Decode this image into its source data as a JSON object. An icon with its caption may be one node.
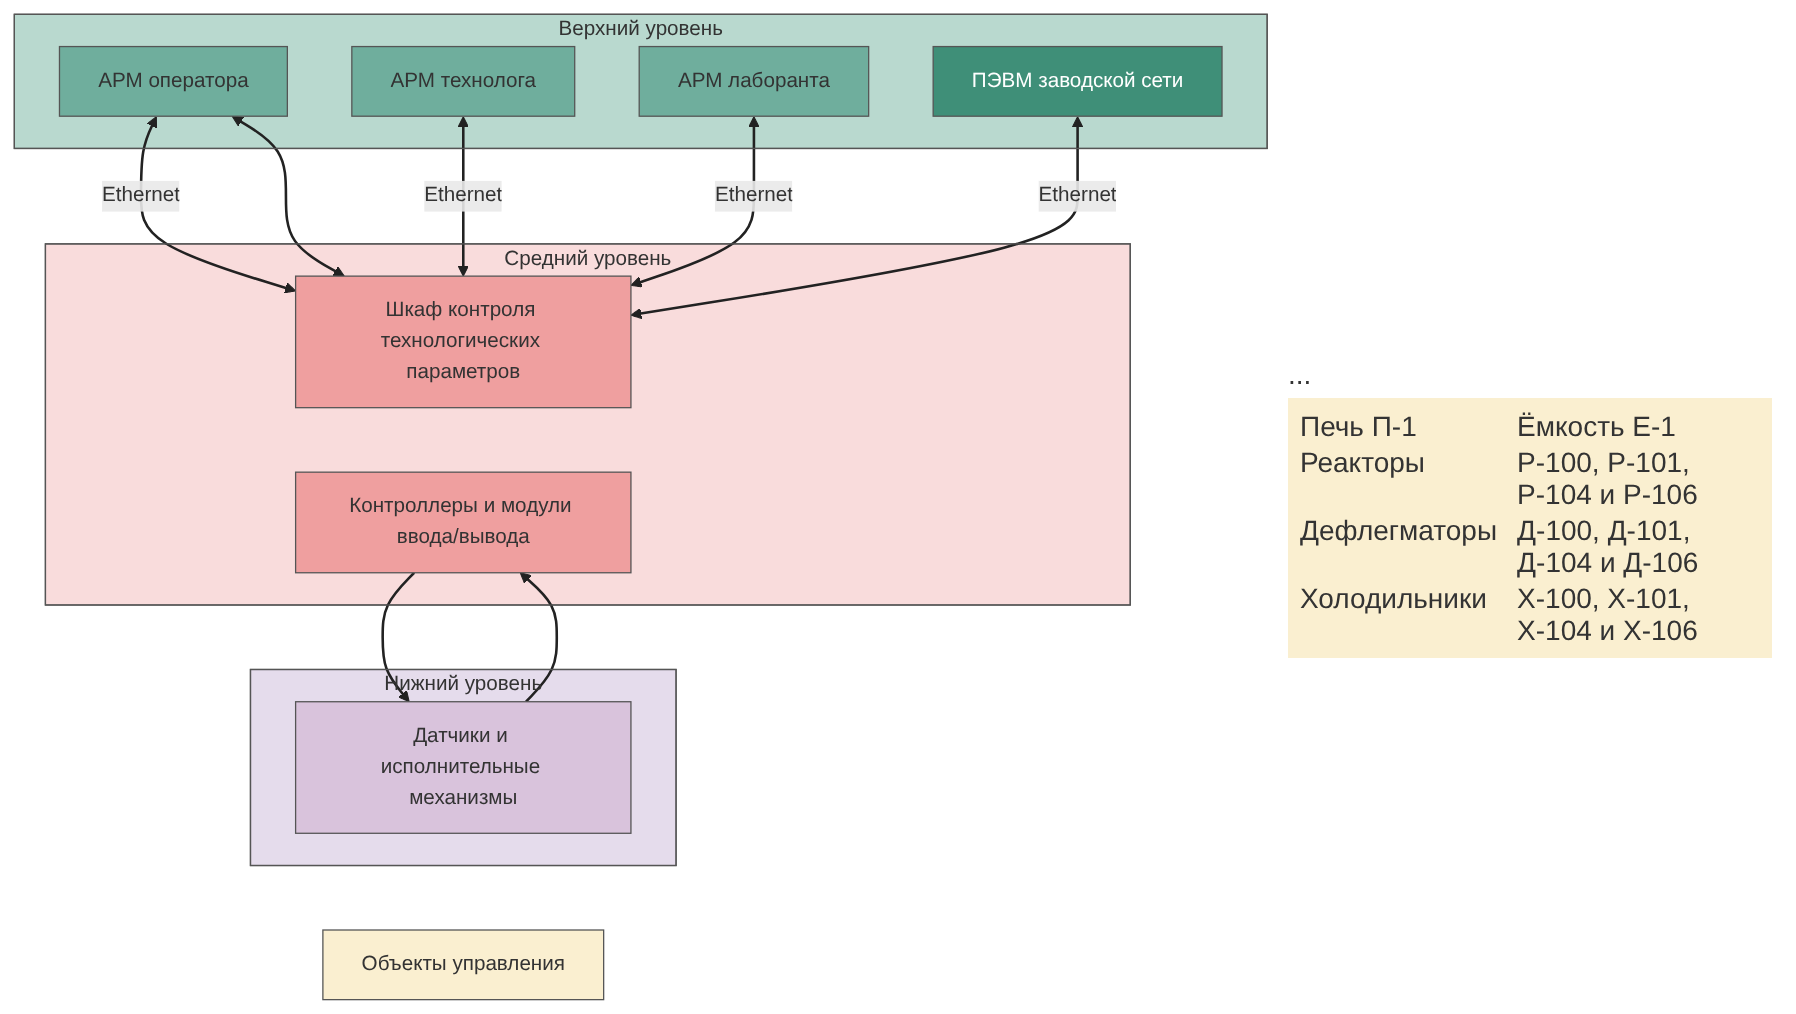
{
  "diagram": {
    "nodes": [
      {
        "text": [
          "Верхний уровень"
        ]
      },
      {
        "text": [
          "АРМ оператора"
        ],
        "in": 0
      },
      {
        "text": [
          "АРМ технолога"
        ],
        "in": 0
      },
      {
        "text": [
          "АРМ лаборанта"
        ],
        "in": 0
      },
      {
        "text": [
          "ПЭВМ заводской сети"
        ],
        "in": 0
      },
      {
        "text": [
          "Средний уровень"
        ]
      },
      {
        "text": [
          "Шкаф контроля технологических параметров"
        ],
        "in": 5
      },
      {
        "text": [
          "Контроллеры и модули ввода/вывода"
        ],
        "in": 5
      },
      {
        "text": [
          "Нижний уровень"
        ]
      },
      {
        "text": [
          "Датчики и исполнительные механизмы"
        ],
        "in": 8
      },
      {
        "text": [
          "Объекты управления"
        ]
      }
    ],
    "edges": [
      {
        "from": 1,
        "to": 6,
        "arrow": "both",
        "label": "Ethernet"
      },
      {
        "from": 1,
        "to": 6,
        "arrow": "both"
      },
      {
        "from": 2,
        "to": 6,
        "arrow": "both",
        "label": "Ethernet"
      },
      {
        "from": 3,
        "to": 6,
        "arrow": "both",
        "label": "Ethernet"
      },
      {
        "from": 4,
        "to": 6,
        "arrow": "both",
        "label": "Ethernet"
      },
      {
        "from": 9,
        "to": 7,
        "arrow": "to"
      },
      {
        "from": 7,
        "to": 9,
        "arrow": "to"
      }
    ],
    "labels": [
      "...",
      "Печь П-1",
      "Ёмкость Е-1",
      "Реакторы",
      "Р-100, Р-101, Р-104 и Р-106",
      "Дефлегматоры",
      "Д-100, Д-101, Д-104 и Д-106",
      "Холодильники",
      "Х-100, Х-101, Х-104 и Х-106"
    ]
  }
}
